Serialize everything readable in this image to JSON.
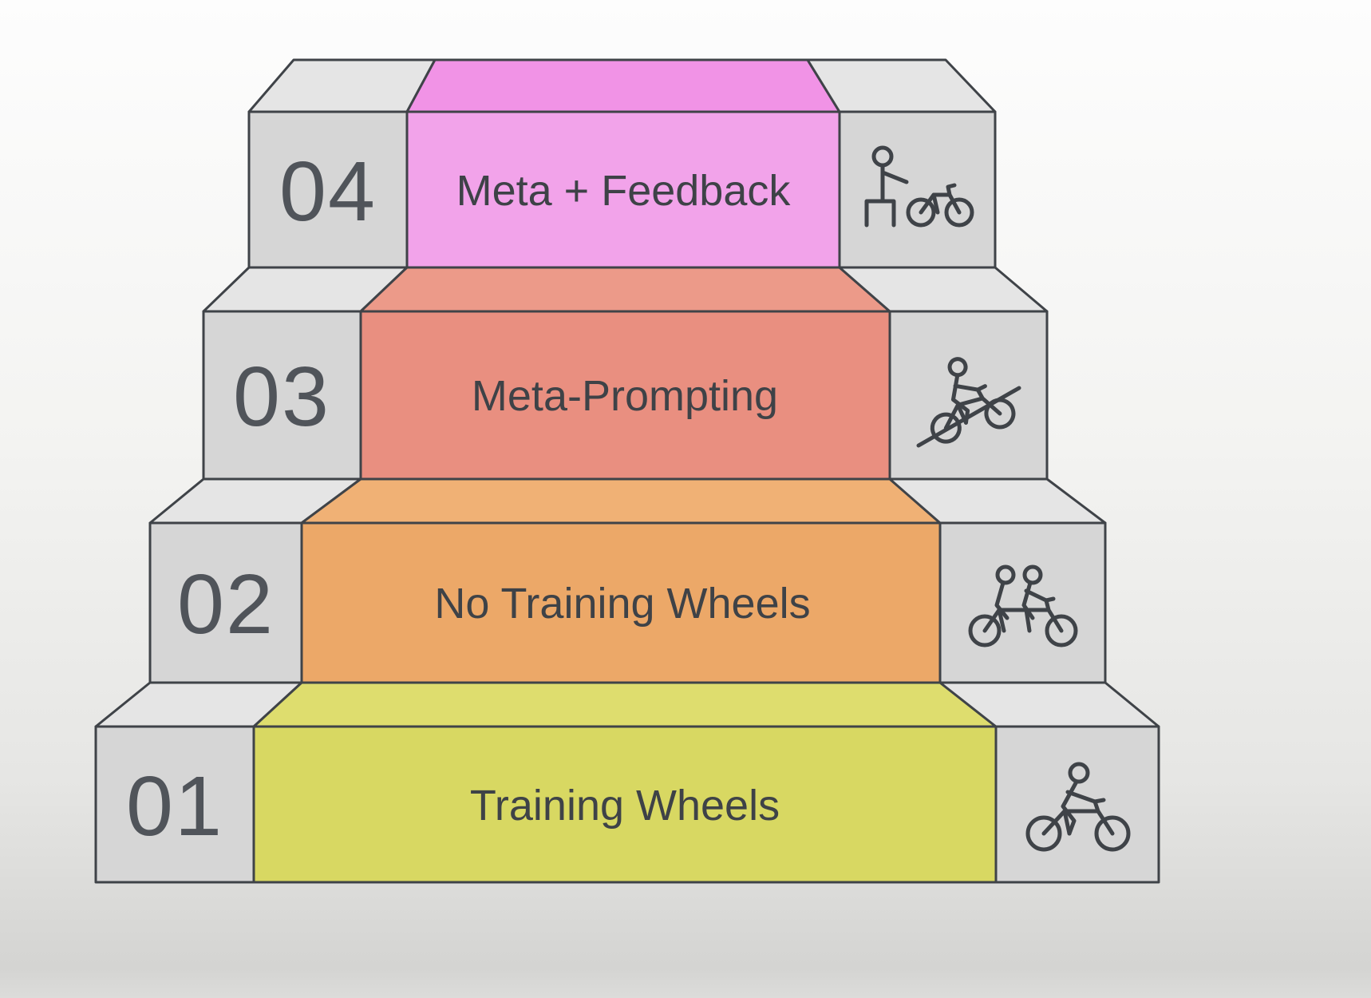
{
  "diagram": {
    "type": "staircase-4-levels",
    "outline_color": "#3f4348",
    "gray_front": "#d6d6d6",
    "gray_top": "#e5e5e5",
    "number_color": "#50545a",
    "label_color": "#3e4247",
    "steps": [
      {
        "number": "01",
        "label": "Training Wheels",
        "front": "#d8d862",
        "top": "#dedd6e",
        "icon": "cyclist-riding-bike-icon"
      },
      {
        "number": "02",
        "label": "No Training Wheels",
        "front": "#eca868",
        "top": "#f0b175",
        "icon": "tandem-riders-icon"
      },
      {
        "number": "03",
        "label": "Meta-Prompting",
        "front": "#e98f80",
        "top": "#ec9a89",
        "icon": "cyclist-on-slope-icon"
      },
      {
        "number": "04",
        "label": "Meta + Feedback",
        "front": "#f2a3ea",
        "top": "#f193e6",
        "icon": "person-with-bike-icon"
      }
    ]
  }
}
